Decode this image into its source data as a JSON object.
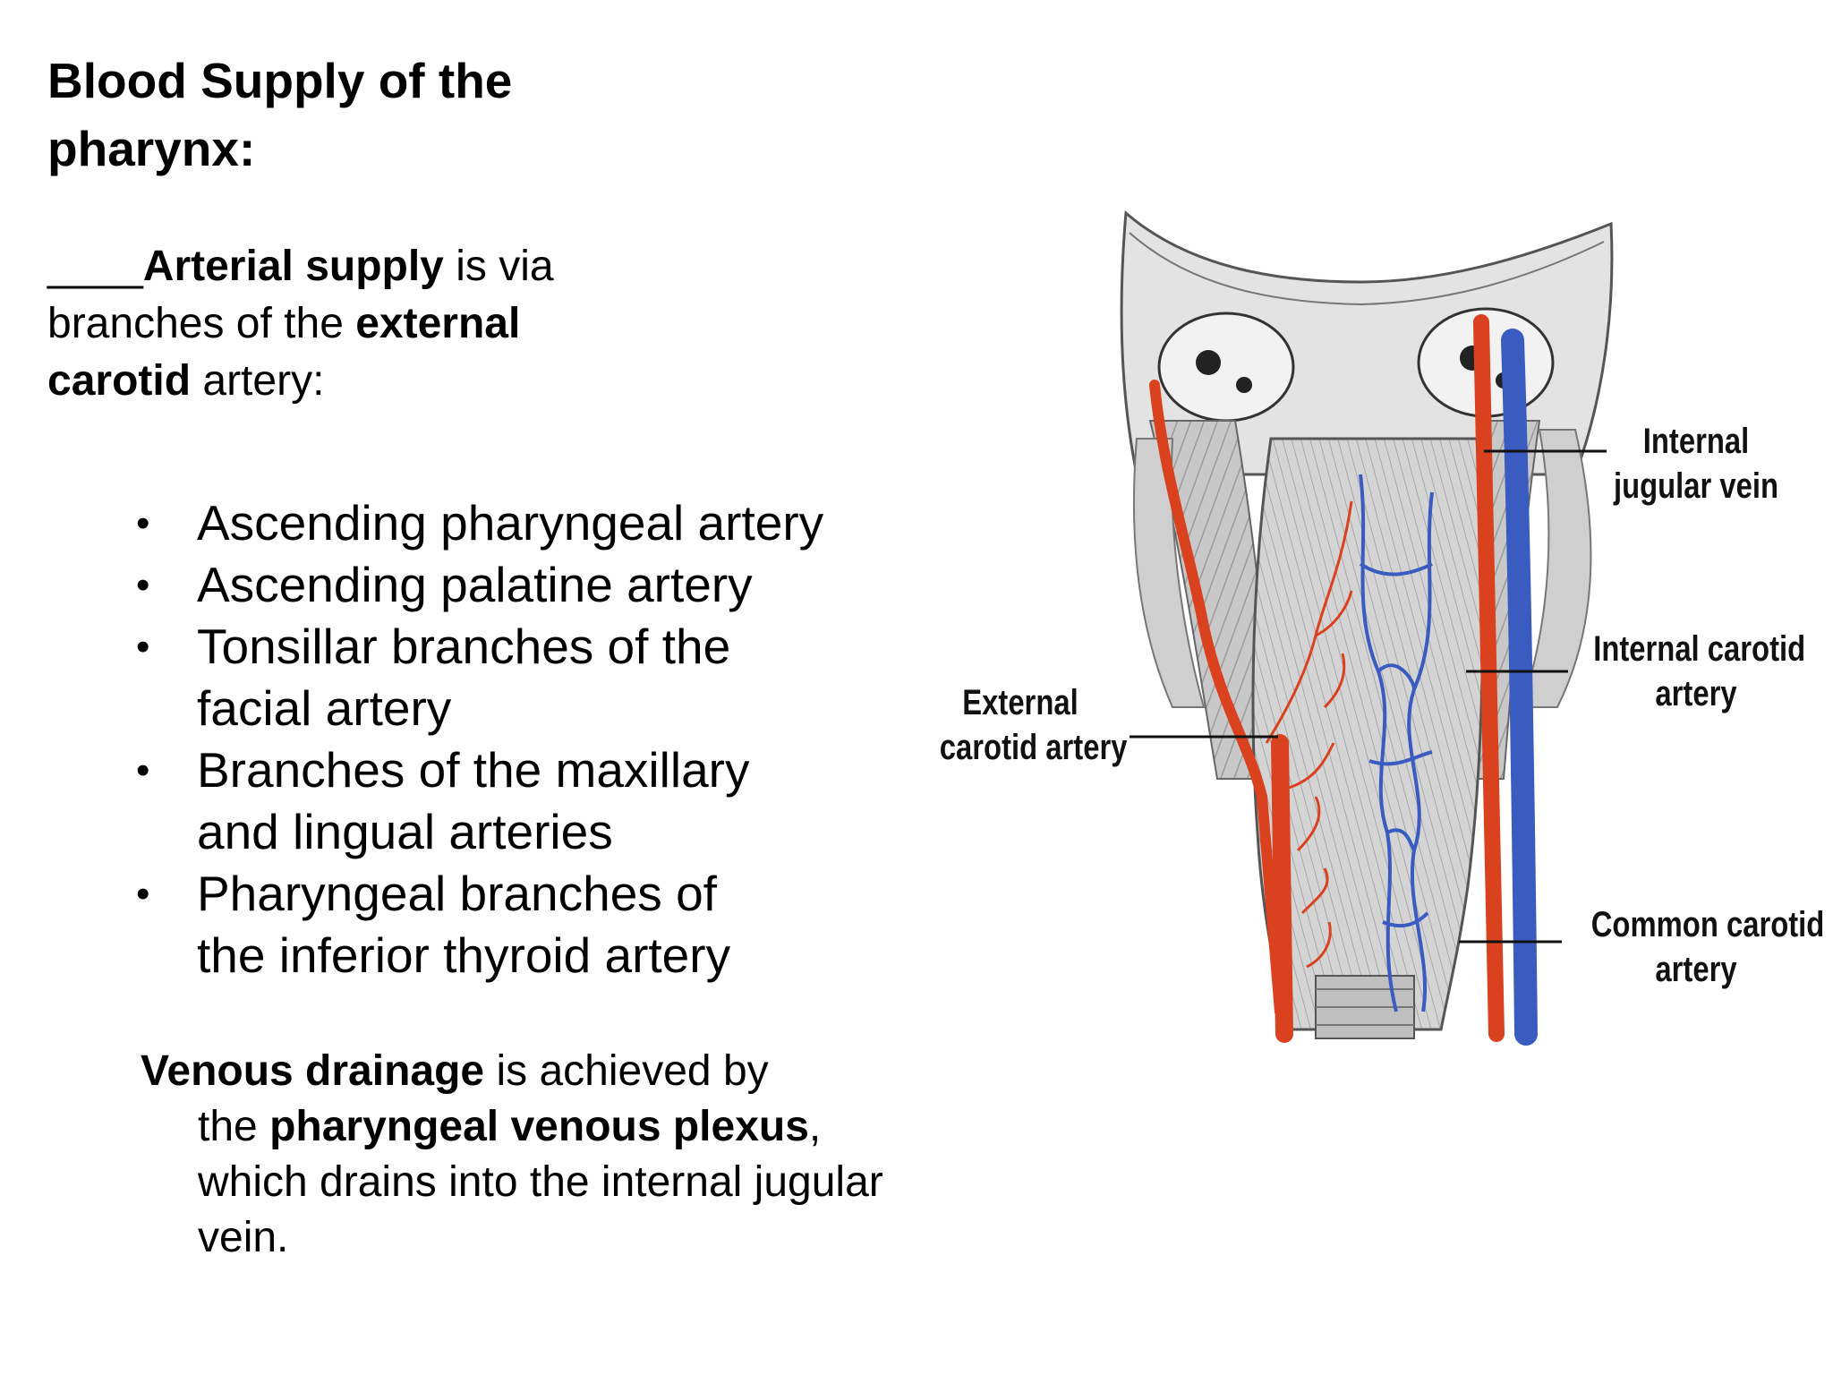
{
  "slide": {
    "title": "Blood Supply of the pharynx:",
    "intro": {
      "blank": "____",
      "arterial_bold": "Arterial supply",
      "text1": " is via branches of the ",
      "external_bold": "external carotid",
      "text2": " artery:"
    },
    "arteries": [
      "Ascending pharyngeal artery",
      "Ascending palatine artery",
      "Tonsillar branches of the facial artery",
      "Branches of the maxillary and lingual arteries",
      "Pharyngeal branches of the inferior thyroid artery"
    ],
    "bullet_symbol": "•",
    "venous": {
      "bold1": "Venous drainage",
      "text1": " is achieved by",
      "text2": "the ",
      "bold2": "pharyngeal venous plexus",
      "text3": ", which drains into the internal jugular vein."
    }
  },
  "figure": {
    "labels": {
      "external_carotid_line1": "External",
      "external_carotid_line2": "carotid artery",
      "internal_jugular_line1": "Internal",
      "internal_jugular_line2": "jugular vein",
      "internal_carotid_line1": "Internal carotid",
      "internal_carotid_line2": "artery",
      "common_carotid_line1": "Common carotid",
      "common_carotid_line2": "artery"
    },
    "colors": {
      "artery": "#d9411f",
      "vein": "#3a5bc0",
      "tissue": "#bdbdbd",
      "bone": "#e6e6e6"
    }
  }
}
